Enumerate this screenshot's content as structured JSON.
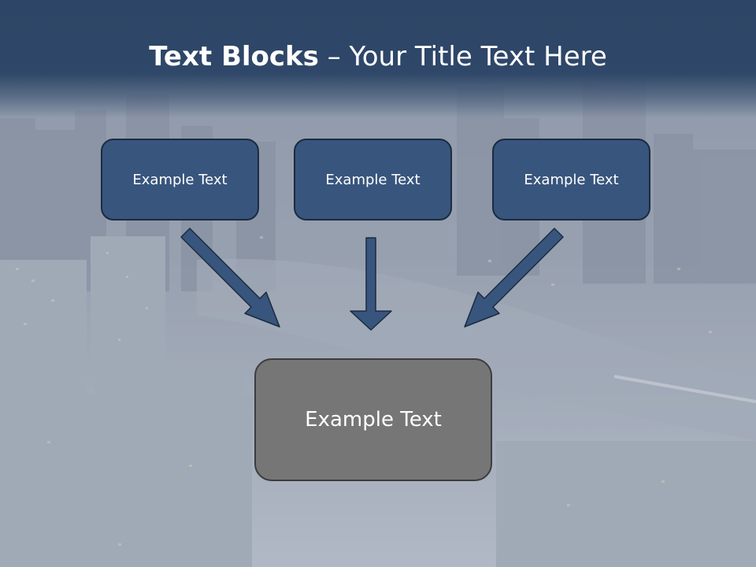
{
  "slide": {
    "title_bold": "Text Blocks",
    "title_rest": " – Your Title Text Here",
    "boxes": [
      {
        "label": "Example Text"
      },
      {
        "label": "Example Text"
      },
      {
        "label": "Example Text"
      }
    ],
    "main_box": {
      "label": "Example Text"
    }
  },
  "colors": {
    "title_band": "#2f4768",
    "box_fill": "#38557d",
    "box_border": "#1c2b40",
    "main_box_fill": "#767676",
    "arrow": "#38557d"
  }
}
